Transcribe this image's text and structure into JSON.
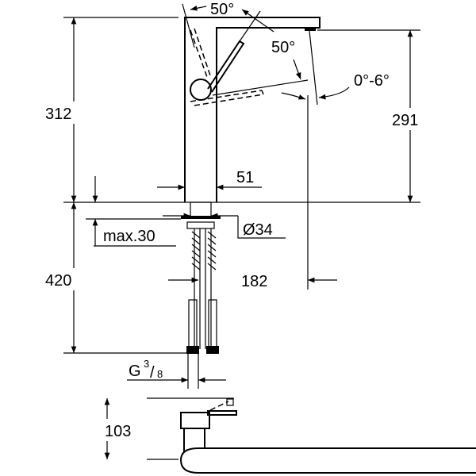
{
  "dimensions": {
    "angle_top": "50°",
    "angle_handle": "50°",
    "spout_tilt": "0°-6°",
    "height_total": "312",
    "spout_height": "291",
    "body_width": "51",
    "hole_diameter": "Ø34",
    "max_thickness": "max.30",
    "hose_length": "420",
    "reach": "182",
    "thread_letter": "G",
    "thread_num": "3",
    "thread_den": "8",
    "top_view_height": "103"
  }
}
